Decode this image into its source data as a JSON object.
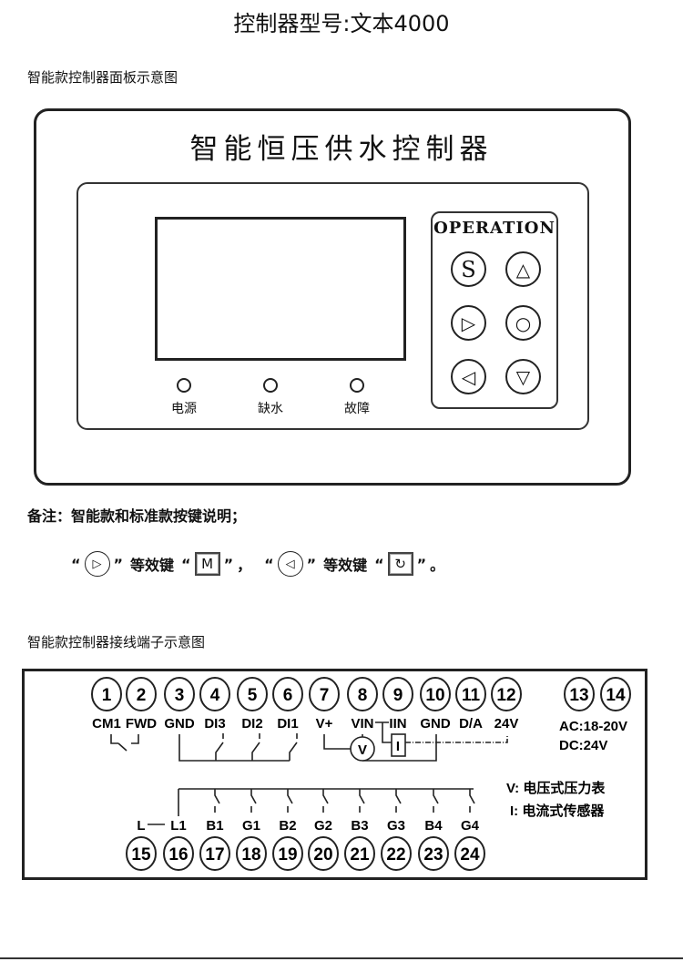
{
  "title": "控制器型号:文本4000",
  "panel_section_label": "智能款控制器面板示意图",
  "panel": {
    "brand": "智能恒压供水控制器",
    "indicators": [
      "电源",
      "缺水",
      "故障"
    ],
    "operation_title": "OPERATION",
    "buttons": [
      {
        "symbol": "S",
        "icon": "set-icon"
      },
      {
        "symbol": "△",
        "icon": "up-icon"
      },
      {
        "symbol": "▷",
        "icon": "right-icon"
      },
      {
        "symbol": "○",
        "icon": "ok-icon"
      },
      {
        "symbol": "◁",
        "icon": "left-icon"
      },
      {
        "symbol": "▽",
        "icon": "down-icon"
      }
    ]
  },
  "note": {
    "heading": "备注：智能款和标准款按键说明；",
    "q_open": "“",
    "q_close": "”",
    "right_sym": "▷",
    "equiv": "等效键",
    "m_key": "M",
    "comma": "，",
    "left_sym": "◁",
    "loop_key": "↻",
    "period": "。"
  },
  "wiring_section_label": "智能款控制器接线端子示意图",
  "terminals": {
    "top": [
      {
        "num": "1",
        "label": "CM1"
      },
      {
        "num": "2",
        "label": "FWD"
      },
      {
        "num": "3",
        "label": "GND"
      },
      {
        "num": "4",
        "label": "DI3"
      },
      {
        "num": "5",
        "label": "DI2"
      },
      {
        "num": "6",
        "label": "DI1"
      },
      {
        "num": "7",
        "label": "V+"
      },
      {
        "num": "8",
        "label": "VIN"
      },
      {
        "num": "9",
        "label": "IIN"
      },
      {
        "num": "10",
        "label": "GND"
      },
      {
        "num": "11",
        "label": "D/A"
      },
      {
        "num": "12",
        "label": "24V"
      },
      {
        "num": "13",
        "label": ""
      },
      {
        "num": "14",
        "label": ""
      }
    ],
    "bottom": [
      {
        "num": "15",
        "label": "L"
      },
      {
        "num": "16",
        "label": "L1"
      },
      {
        "num": "17",
        "label": "B1"
      },
      {
        "num": "18",
        "label": "G1"
      },
      {
        "num": "19",
        "label": "B2"
      },
      {
        "num": "20",
        "label": "G2"
      },
      {
        "num": "21",
        "label": "B3"
      },
      {
        "num": "22",
        "label": "G3"
      },
      {
        "num": "23",
        "label": "B4"
      },
      {
        "num": "24",
        "label": "G4"
      }
    ],
    "power_ac": "AC:18-20V",
    "power_dc": "DC:24V",
    "v_symbol": "V",
    "i_symbol": "I",
    "legend_v": "V:  电压式压力表",
    "legend_i": "I:  电流式传感器"
  }
}
